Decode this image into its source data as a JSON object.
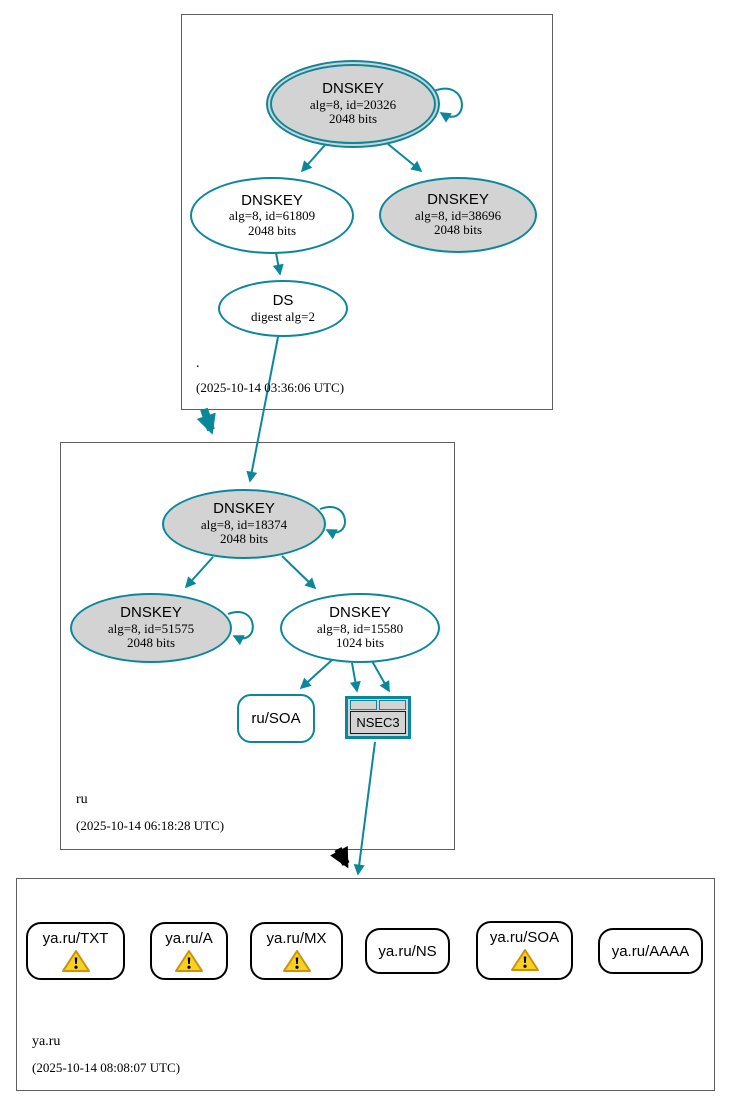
{
  "colors": {
    "secure_teal": "#0a879a",
    "insecure_black": "#000000",
    "node_fill_gray": "#d3d3d3",
    "zone_border_gray": "#5e5e5e",
    "warning_yellow": "#fad123",
    "warning_border": "#c9940a"
  },
  "icons": {
    "warning": "warning-triangle"
  },
  "zones": {
    "root": {
      "label": ".",
      "timestamp": "(2025-10-14 03:36:06 UTC)",
      "ksk": {
        "title": "DNSKEY",
        "detail": "alg=8, id=20326",
        "bits": "2048 bits"
      },
      "zsk": {
        "title": "DNSKEY",
        "detail": "alg=8, id=61809",
        "bits": "2048 bits"
      },
      "key2": {
        "title": "DNSKEY",
        "detail": "alg=8, id=38696",
        "bits": "2048 bits"
      },
      "ds": {
        "title": "DS",
        "detail": "digest alg=2"
      }
    },
    "ru": {
      "label": "ru",
      "timestamp": "(2025-10-14 06:18:28 UTC)",
      "ksk": {
        "title": "DNSKEY",
        "detail": "alg=8, id=18374",
        "bits": "2048 bits"
      },
      "key2": {
        "title": "DNSKEY",
        "detail": "alg=8, id=51575",
        "bits": "2048 bits"
      },
      "zsk": {
        "title": "DNSKEY",
        "detail": "alg=8, id=15580",
        "bits": "1024 bits"
      },
      "soa": {
        "label": "ru/SOA"
      },
      "nsec3": {
        "label": "NSEC3"
      }
    },
    "ya_ru": {
      "label": "ya.ru",
      "timestamp": "(2025-10-14 08:08:07 UTC)",
      "records": [
        {
          "label": "ya.ru/TXT",
          "warning": true
        },
        {
          "label": "ya.ru/A",
          "warning": true
        },
        {
          "label": "ya.ru/MX",
          "warning": true
        },
        {
          "label": "ya.ru/NS",
          "warning": false
        },
        {
          "label": "ya.ru/SOA",
          "warning": true
        },
        {
          "label": "ya.ru/AAAA",
          "warning": false
        }
      ]
    }
  }
}
